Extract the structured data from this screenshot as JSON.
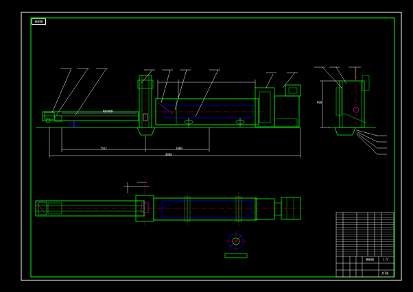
{
  "drawing": {
    "corner_label": "装配图",
    "colors": {
      "background": "#000000",
      "outline": "#00ff00",
      "frame": "#ffffff",
      "centerline": "#ff0000",
      "hidden": "#0000ff",
      "magenta": "#ff00ff",
      "leader": "#ffffff"
    }
  },
  "elevation": {
    "length_label": "MAXMUM",
    "dims": [
      "1562",
      "1800",
      "4000"
    ],
    "callouts": [
      "",
      "",
      "",
      "",
      "",
      "",
      ""
    ]
  },
  "side_view": {
    "height_dim": "900",
    "callouts": [
      "",
      "",
      "",
      "",
      "",
      "",
      ""
    ]
  },
  "title_block": {
    "drawing_name": "装配图",
    "scale": "1:5",
    "sheet": "共1张",
    "company": "",
    "rows": 18
  }
}
